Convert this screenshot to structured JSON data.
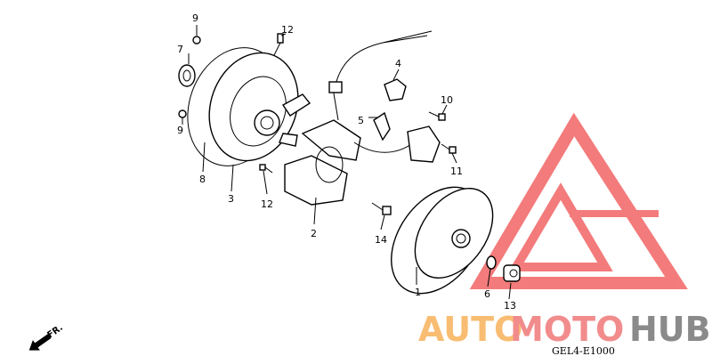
{
  "diagram": {
    "callouts": [
      "9",
      "7",
      "9",
      "8",
      "3",
      "12",
      "12",
      "2",
      "14",
      "4",
      "5",
      "10",
      "11",
      "1",
      "6",
      "13"
    ],
    "direction_label": "FR.",
    "figure_code": "GEL4-E1000"
  },
  "watermark": {
    "part1": "AUTO",
    "part2": "MOTO",
    "part3": "HUB",
    "colors": {
      "auto": "#f7b25a",
      "moto": "#f07878",
      "hub": "#8a8a8a",
      "triangle": "#f05050"
    }
  }
}
